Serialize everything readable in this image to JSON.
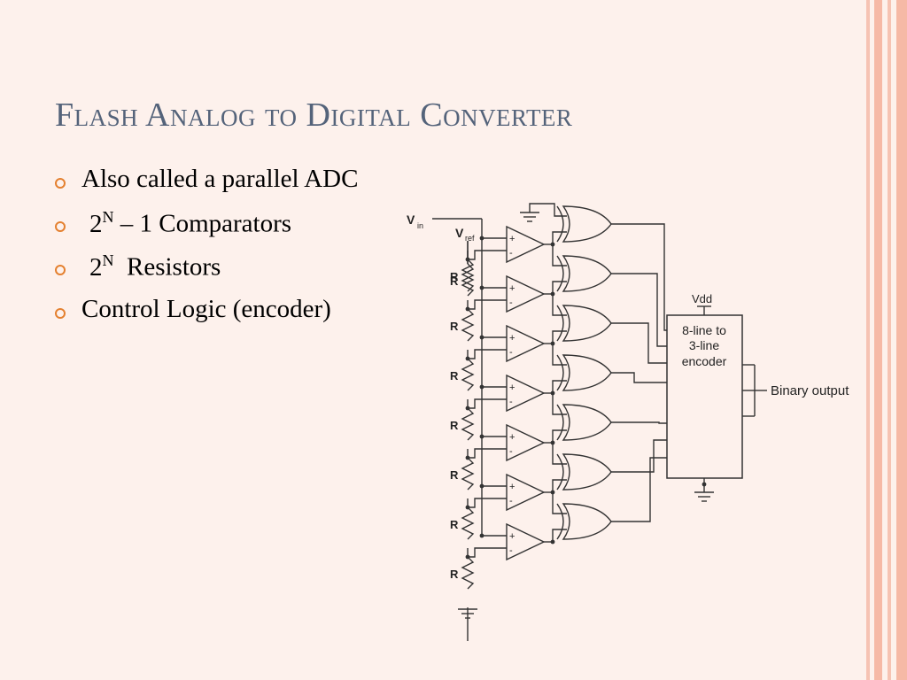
{
  "slide": {
    "title": "Flash Analog to Digital Converter",
    "bullets": [
      {
        "text": "Also called a parallel ADC"
      },
      {
        "pre": "2",
        "sup": "N",
        "post": " – 1 Comparators"
      },
      {
        "pre": "2",
        "sup": "N",
        "post": "  Resistors"
      },
      {
        "text": "Control Logic (encoder)"
      }
    ],
    "colors": {
      "background": "#fdf1ec",
      "title": "#54637a",
      "bullet": "#e4802f",
      "stripe": "#f6b9a6"
    }
  },
  "diagram": {
    "vin_main": "V",
    "vin_sub": "in",
    "vref_main": "V",
    "vref_sub": "ref",
    "resistor_label": "R",
    "comparator_plus": "+",
    "comparator_minus": "-",
    "vdd": "Vdd",
    "encoder_lines": [
      "8-line to",
      "3-line",
      "encoder"
    ],
    "output_label": "Binary output",
    "comparator_count": 7,
    "resistor_count": 8,
    "xor_count": 7
  }
}
